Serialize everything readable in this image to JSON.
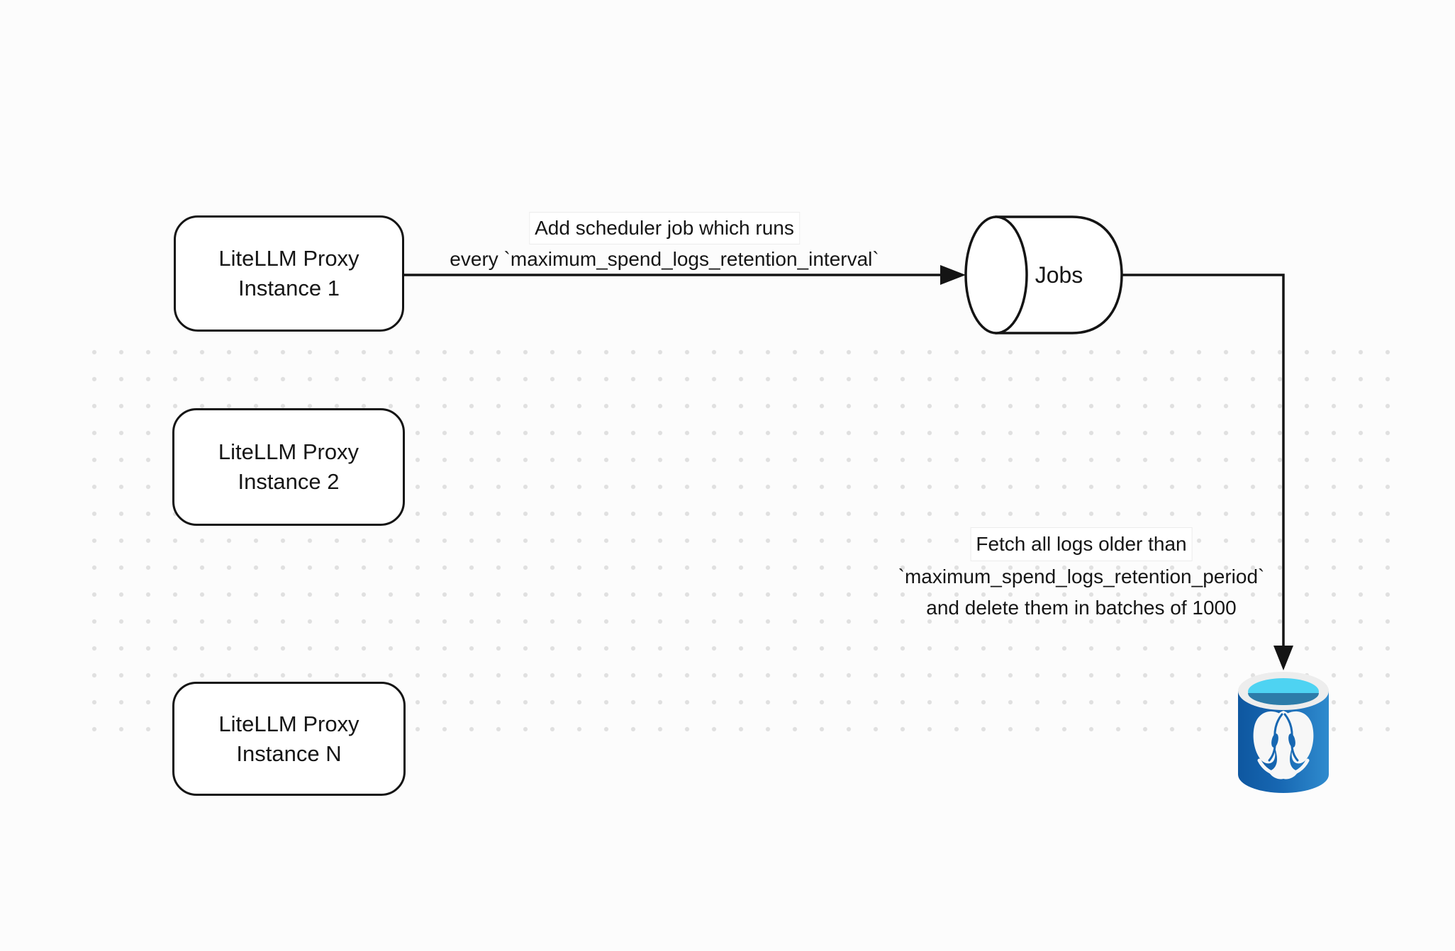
{
  "boxes": {
    "instance1": {
      "line1": "LiteLLM Proxy",
      "line2": "Instance 1"
    },
    "instance2": {
      "line1": "LiteLLM Proxy",
      "line2": "Instance 2"
    },
    "instanceN": {
      "line1": "LiteLLM Proxy",
      "line2": "Instance N"
    }
  },
  "jobs": {
    "label": "Jobs"
  },
  "edge_scheduler": {
    "line1": "Add scheduler job which runs",
    "line2": "every `maximum_spend_logs_retention_interval`"
  },
  "edge_fetch": {
    "line1": "Fetch all logs older than",
    "line2": "`maximum_spend_logs_retention_period`",
    "line3": "and delete them in batches of 1000"
  },
  "postgres": {
    "name": "PostgreSQL database"
  },
  "colors": {
    "stroke": "#141414",
    "background": "#fcfcfc",
    "grid_dot": "#e0e0e0",
    "postgres_blue_dark": "#0e57a0",
    "postgres_blue": "#1767b2",
    "postgres_blue_light": "#2f8bce",
    "postgres_rim": "#ededed",
    "postgres_cyan": "#4ed3f2",
    "postgres_inner_dark": "#2d7ca9",
    "elephant_white": "#f7f7f7"
  }
}
